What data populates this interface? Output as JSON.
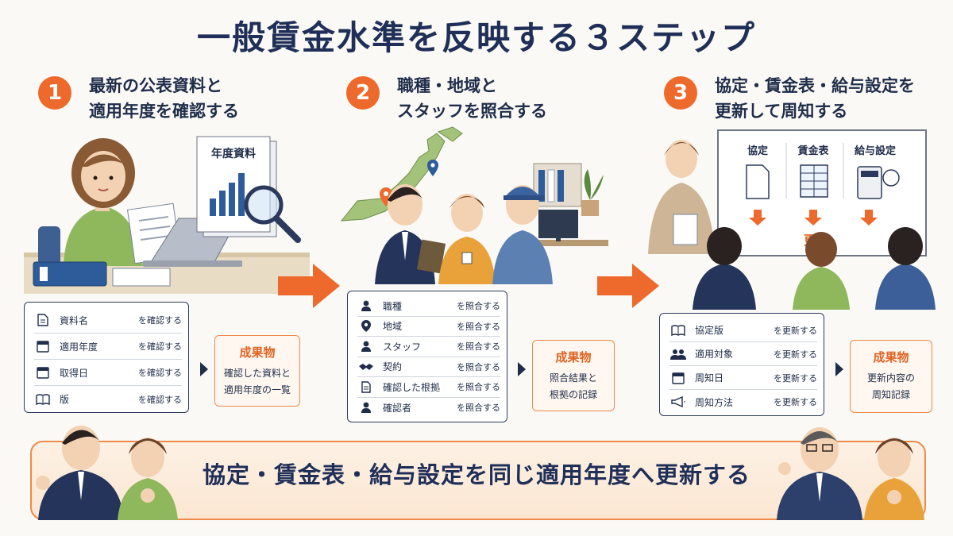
{
  "title": "一般賃金水準を反映する３ステップ",
  "steps": [
    {
      "number": "1",
      "heading_line1": "最新の公表資料と",
      "heading_line2": "適用年度を確認する",
      "illustration_doc_label": "年度資料",
      "items": [
        {
          "icon": "document-icon",
          "name": "資料名",
          "action": "を確認する"
        },
        {
          "icon": "calendar-icon",
          "name": "適用年度",
          "action": "を確認する"
        },
        {
          "icon": "calendar-icon",
          "name": "取得日",
          "action": "を確認する"
        },
        {
          "icon": "book-icon",
          "name": "版",
          "action": "を確認する"
        }
      ],
      "result_title": "成果物",
      "result_line1": "確認した資料と",
      "result_line2": "適用年度の一覧"
    },
    {
      "number": "2",
      "heading_line1": "職種・地域と",
      "heading_line2": "スタッフを照合する",
      "items": [
        {
          "icon": "person-icon",
          "name": "職種",
          "action": "を照合する"
        },
        {
          "icon": "map-pin-icon",
          "name": "地域",
          "action": "を照合する"
        },
        {
          "icon": "person-icon",
          "name": "スタッフ",
          "action": "を照合する"
        },
        {
          "icon": "handshake-icon",
          "name": "契約",
          "action": "を照合する"
        },
        {
          "icon": "document-icon",
          "name": "確認した根拠",
          "action": "を照合する"
        },
        {
          "icon": "person-icon",
          "name": "確認者",
          "action": "を照合する"
        }
      ],
      "result_title": "成果物",
      "result_line1": "照合結果と",
      "result_line2": "根拠の記録"
    },
    {
      "number": "3",
      "heading_line1": "協定・賃金表・給与設定を",
      "heading_line2": "更新して周知する",
      "board": {
        "col1": "協定",
        "col2": "賃金表",
        "col3": "給与設定",
        "update_label": "更新"
      },
      "items": [
        {
          "icon": "book-icon",
          "name": "協定版",
          "action": "を更新する"
        },
        {
          "icon": "group-icon",
          "name": "適用対象",
          "action": "を更新する"
        },
        {
          "icon": "calendar-icon",
          "name": "周知日",
          "action": "を更新する"
        },
        {
          "icon": "megaphone-icon",
          "name": "周知方法",
          "action": "を更新する"
        }
      ],
      "result_title": "成果物",
      "result_line1": "更新内容の",
      "result_line2": "周知記録"
    }
  ],
  "banner": "協定・賃金表・給与設定を同じ適用年度へ更新する",
  "colors": {
    "accent_orange": "#ee6a2c",
    "navy": "#1f2f58",
    "result_border": "#ee8a4a"
  }
}
